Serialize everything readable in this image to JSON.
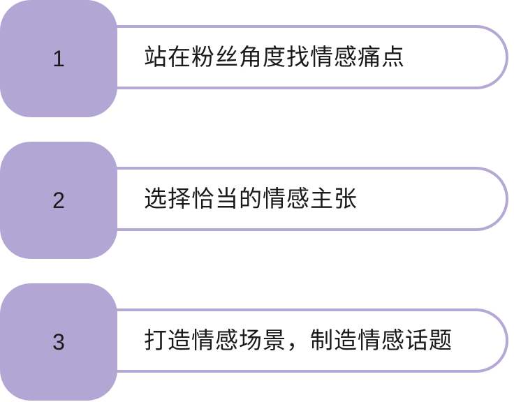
{
  "colors": {
    "number_box_fill": "#b1a6d4",
    "text_box_border": "#b5a8d4"
  },
  "steps": [
    {
      "number": "1",
      "text": "站在粉丝角度找情感痛点"
    },
    {
      "number": "2",
      "text": "选择恰当的情感主张"
    },
    {
      "number": "3",
      "text": "打造情感场景，制造情感话题"
    }
  ]
}
